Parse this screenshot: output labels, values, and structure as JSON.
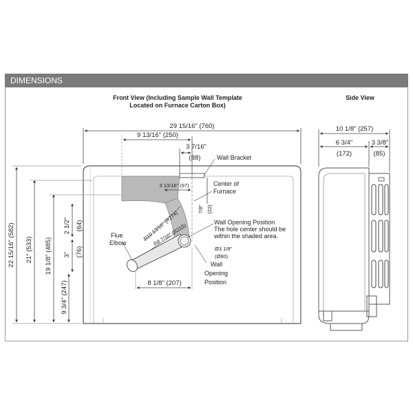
{
  "section_title": "DIMENSIONS",
  "front_view": {
    "title_line1": "Front View (Including Sample Wall Template",
    "title_line2": "Located on Furnace Carton Box)",
    "dims": {
      "overall_width": "29 15/16\" (760)",
      "template_width": "9 13/16\" (250)",
      "bracket_offset": "3 7/16\"",
      "bracket_offset_mm": "(88)",
      "center_offset": "3 13/16\" (97)",
      "center_drop": "7/8\"",
      "center_drop_mm": "(22)",
      "flue_rise": "2 1/2\"",
      "flue_rise_mm": "(64)",
      "flue_drop": "3\"",
      "flue_drop_mm": "(76)",
      "outer_radius": "R10 13/16\" (R274)",
      "inner_radius": "R8 7/16\" (R215)",
      "bottom_offset": "8 1/8\" (207)",
      "hole_diameter": "Ø3 1/8\"",
      "hole_diameter_mm": "(Ø80)",
      "height_overall": "22 15/16\" (582)",
      "height_21": "21\" (533)",
      "height_19": "19 1/8\" (485)",
      "height_9": "9 3/4\" (247)"
    },
    "labels": {
      "wall_bracket": "Wall Bracket",
      "center_line1": "Center of",
      "center_line2": "Furnace",
      "wall_opening_line1": "Wall Opening Position",
      "wall_opening_line2": "The hole center should be",
      "wall_opening_line3": "within the shaded area.",
      "flue_line1": "Flue",
      "flue_line2": "Elbow",
      "wop_line1": "Wall",
      "wop_line2": "Opening",
      "wop_line3": "Position"
    }
  },
  "side_view": {
    "title": "Side View",
    "dims": {
      "depth_overall": "10 1/8\" (257)",
      "depth_front": "6 3/4\"",
      "depth_front_mm": "(172)",
      "depth_rear": "3 3/8\"",
      "depth_rear_mm": "(85)"
    }
  }
}
